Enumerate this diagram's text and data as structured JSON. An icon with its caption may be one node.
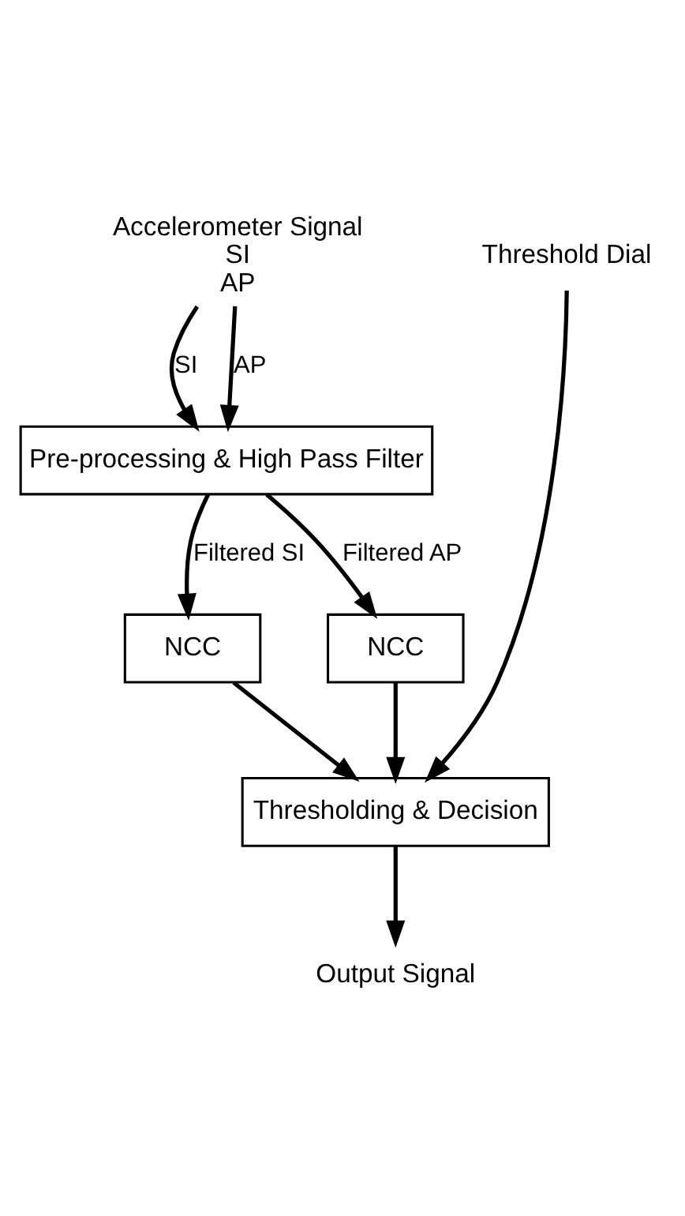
{
  "diagram": {
    "nodes": [
      {
        "text": [
          "Accelerometer Signal",
          "SI",
          "AP"
        ]
      },
      {
        "text": [
          "Threshold Dial"
        ]
      },
      {
        "text": [
          "Pre-processing & High Pass Filter"
        ]
      },
      {
        "text": [
          "NCC"
        ]
      },
      {
        "text": [
          "NCC"
        ]
      },
      {
        "text": [
          "Thresholding & Decision"
        ]
      },
      {
        "text": [
          "Output Signal"
        ]
      }
    ],
    "edges": [
      {
        "from": 0,
        "to": 2,
        "arrow": "to",
        "label": "SI"
      },
      {
        "from": 0,
        "to": 2,
        "arrow": "to",
        "label": "AP"
      },
      {
        "from": 2,
        "to": 3,
        "arrow": "to",
        "label": "Filtered SI"
      },
      {
        "from": 2,
        "to": 4,
        "arrow": "to",
        "label": "Filtered AP"
      },
      {
        "from": 3,
        "to": 5,
        "arrow": "to"
      },
      {
        "from": 4,
        "to": 5,
        "arrow": "to"
      },
      {
        "from": 1,
        "to": 5,
        "arrow": "to"
      },
      {
        "from": 5,
        "to": 6,
        "arrow": "to"
      }
    ]
  }
}
